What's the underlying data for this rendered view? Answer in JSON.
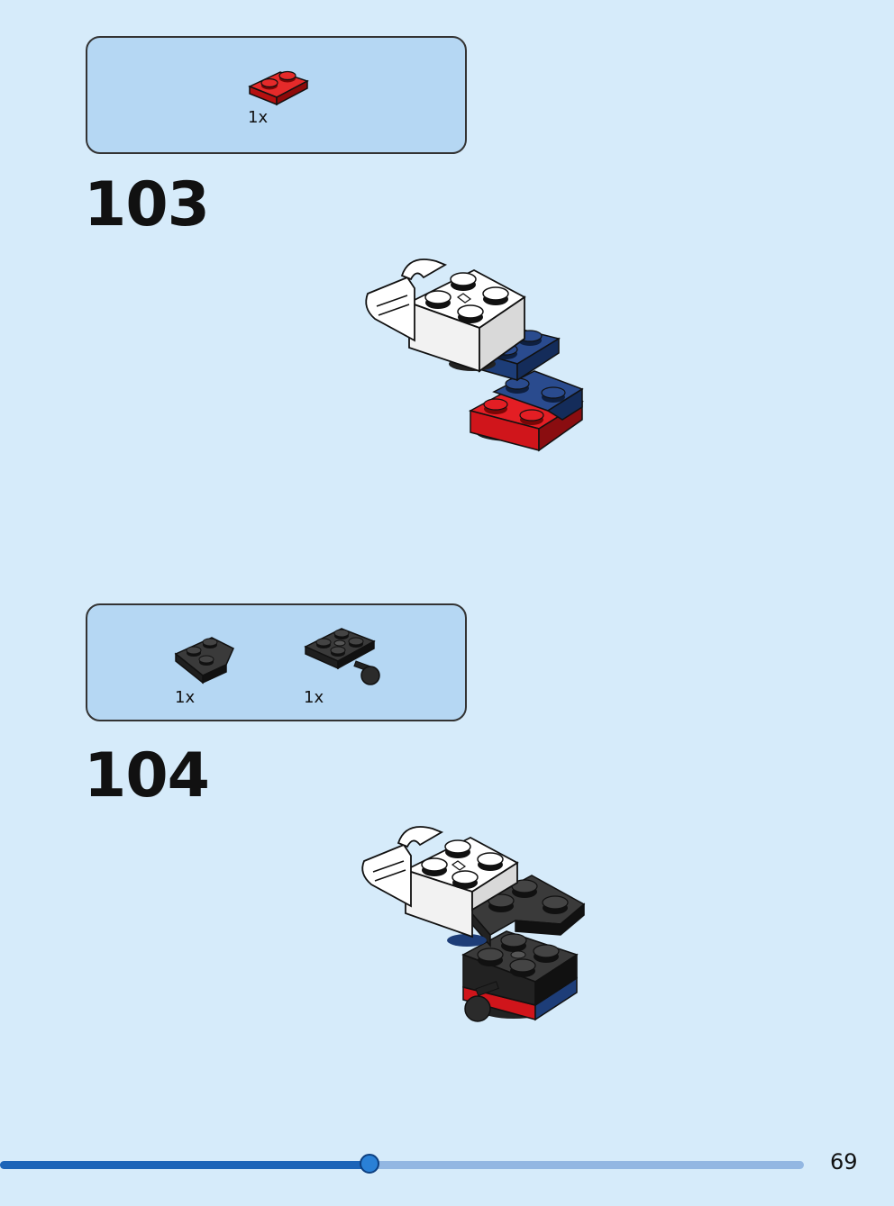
{
  "colors": {
    "background": "#d6ebfa",
    "parts_box": "#b5d7f3",
    "brick_red": "#d0151b",
    "brick_blue": "#1d3d78",
    "brick_black": "#2b2b2b",
    "brick_white": "#ffffff",
    "progress_track": "#93b7e2",
    "progress_fill": "#1b64b8"
  },
  "steps": [
    {
      "number": "103",
      "parts": [
        {
          "qty": "1x",
          "icon": "red-plate-1x2-icon"
        }
      ],
      "model_icon": "assembly-step-103-icon"
    },
    {
      "number": "104",
      "parts": [
        {
          "qty": "1x",
          "icon": "black-wedge-plate-2x2-icon"
        },
        {
          "qty": "1x",
          "icon": "black-plate-2x2-towball-icon"
        }
      ],
      "model_icon": "assembly-step-104-icon"
    }
  ],
  "footer": {
    "page_number": "69",
    "progress_fraction": 0.46
  }
}
